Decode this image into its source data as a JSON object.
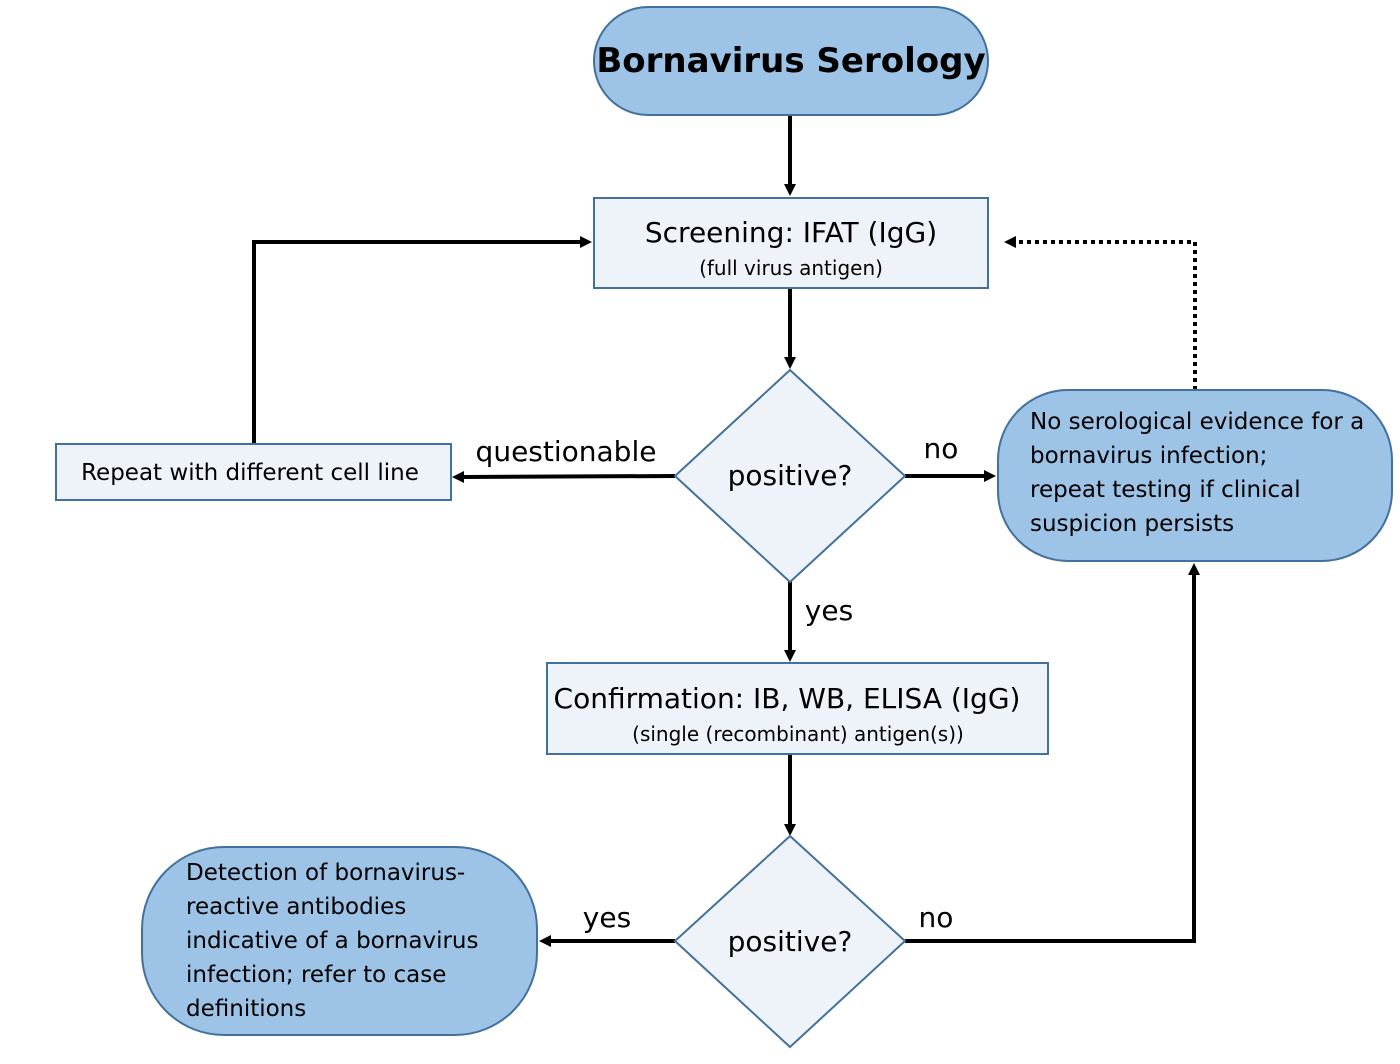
{
  "nodes": {
    "title": {
      "label": "Bornavirus Serology"
    },
    "screening": {
      "label": "Screening: IFAT (IgG)",
      "sublabel": "(full virus antigen)"
    },
    "decision1": {
      "label": "positive?"
    },
    "repeat": {
      "label": "Repeat with different cell line"
    },
    "no_evidence": {
      "lines": [
        "No serological evidence for a",
        "bornavirus infection;",
        "repeat testing if clinical",
        "suspicion persists"
      ]
    },
    "confirmation": {
      "label": "Confirmation: IB, WB, ELISA (IgG)",
      "sublabel": "(single (recombinant) antigen(s))"
    },
    "decision2": {
      "label": "positive?"
    },
    "detection": {
      "lines": [
        "Detection of bornavirus-",
        "reactive antibodies",
        "indicative of a bornavirus",
        "infection; refer to case",
        "definitions"
      ]
    }
  },
  "edge_labels": {
    "questionable": "questionable",
    "no1": "no",
    "yes1": "yes",
    "yes2": "yes",
    "no2": "no"
  },
  "colors": {
    "terminal_fill": "#9dc3e6",
    "box_fill": "#eef3fa",
    "outline": "#41719c",
    "connector": "#000000"
  }
}
